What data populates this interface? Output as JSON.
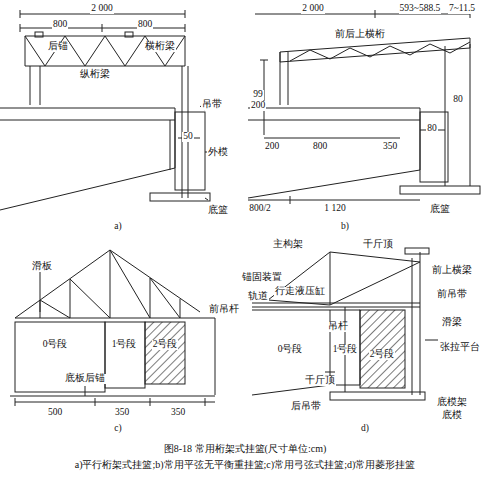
{
  "diagram": {
    "caption": "图8-18  常用桁架式挂篮(尺寸单位:cm)",
    "labels": [
      "2 000",
      "800",
      "800",
      "后锚",
      "纵桁梁",
      "横桁梁",
      "吊带",
      "50",
      "外模",
      "底篮",
      "a)",
      "2 000",
      "593~588.5",
      "7~11.5",
      "前后上横桁",
      "99",
      "200",
      "200",
      "800",
      "350",
      "80",
      "80",
      "800/2",
      "1 120",
      "底篮",
      "b)",
      "滑板",
      "0号段",
      "1号段",
      "2号段",
      "前吊杆",
      "底板后锚",
      "500",
      "350",
      "350",
      "c)",
      "主构架",
      "千斤顶",
      "前上横梁",
      "锚固装置",
      "行走液压缸",
      "轨道",
      "吊杆",
      "前吊带",
      "0号段",
      "1号段",
      "2号段",
      "滑梁",
      "千斤顶",
      "张拉平台",
      "后吊带",
      "底模架",
      "底模",
      "d)",
      "a)平行桁架式挂篮;b)常用平弦无平衡重挂篮;c)常用弓弦式挂篮;d)常用菱形挂篮"
    ]
  }
}
